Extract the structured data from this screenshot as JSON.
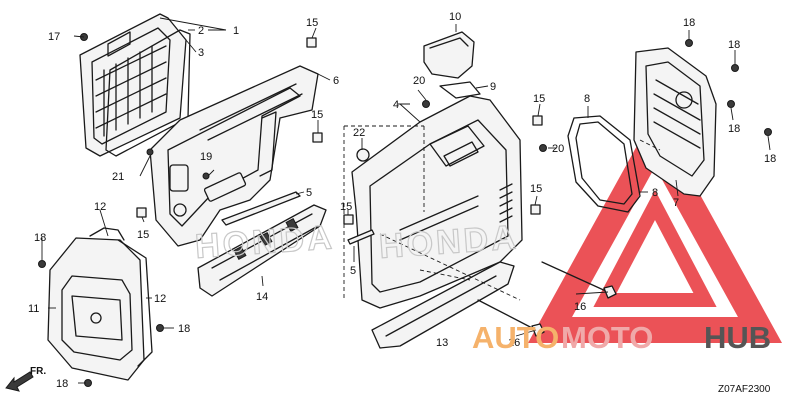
{
  "callouts": {
    "c1": "1",
    "c2": "2",
    "c3": "3",
    "c4": "4",
    "c5a": "5",
    "c5b": "5",
    "c6": "6",
    "c7": "7",
    "c8a": "8",
    "c8b": "8",
    "c9": "9",
    "c10": "10",
    "c11": "11",
    "c12a": "12",
    "c12b": "12",
    "c13": "13",
    "c14": "14",
    "c15a": "15",
    "c15b": "15",
    "c15c": "15",
    "c15d": "15",
    "c15e": "15",
    "c15f": "15",
    "c16a": "16",
    "c16b": "16",
    "c17": "17",
    "c18a": "18",
    "c18b": "18",
    "c18c": "18",
    "c18d": "18",
    "c18e": "18",
    "c18f": "18",
    "c18g": "18",
    "c19": "19",
    "c20a": "20",
    "c20b": "20",
    "c21": "21",
    "c22": "22"
  },
  "front_label": "FR.",
  "diagram_code": "Z07AF2300",
  "brand_ghost": "HONDA",
  "watermark": {
    "part1": "AUTO",
    "part2": "MOTO",
    "part3": "HUB",
    "colors": {
      "auto": "#f5b26b",
      "moto": "#f0a9a9",
      "hub": "#555555",
      "triangle": "#e8343a"
    }
  }
}
